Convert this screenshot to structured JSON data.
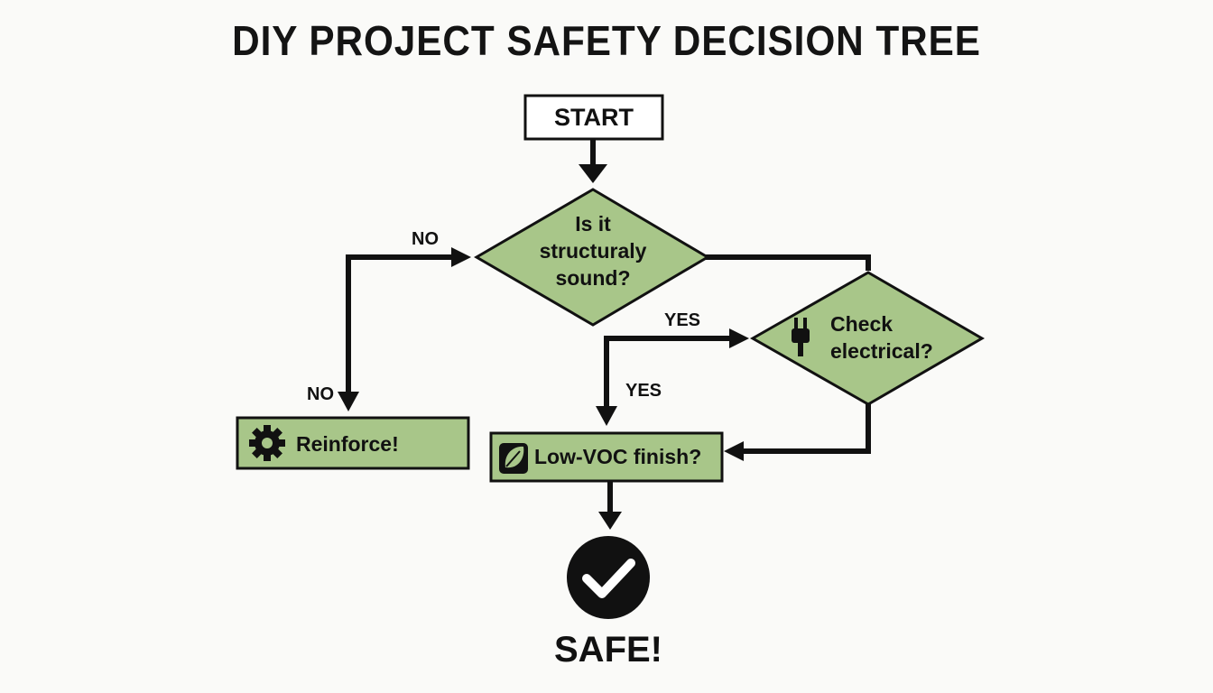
{
  "title": "DIY PROJECT SAFETY DECISION TREE",
  "colors": {
    "node_fill": "#a8c689",
    "stroke": "#111111",
    "start_fill": "#ffffff",
    "background": "#fafaf8"
  },
  "nodes": {
    "start": {
      "label": "START"
    },
    "structural": {
      "lines": [
        "Is it",
        "structuraly",
        "sound?"
      ]
    },
    "electrical": {
      "lines": [
        "Check",
        "electrical?"
      ],
      "icon": "plug-icon"
    },
    "reinforce": {
      "label": "Reinforce!",
      "icon": "gear-icon"
    },
    "finish": {
      "label": "Low-VOC finish?",
      "icon": "leaf-icon"
    },
    "safe": {
      "label": "SAFE!",
      "icon": "check-circle-icon"
    }
  },
  "edges": {
    "no_top": "NO",
    "no_left": "NO",
    "yes_top": "YES",
    "yes_mid": "YES"
  }
}
